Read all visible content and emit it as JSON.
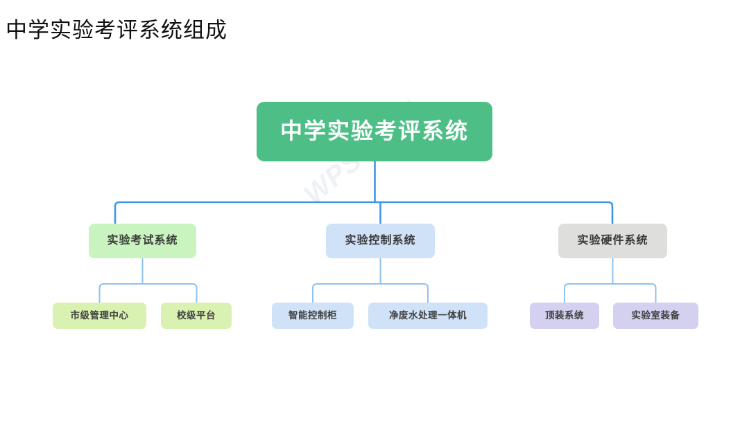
{
  "title": "中学实验考评系统组成",
  "watermark": "WPS Mind",
  "colors": {
    "background": "#ffffff",
    "title_text": "#101010",
    "root_fill": "#4dbf86",
    "root_text": "#ffffff",
    "level2_exam_fill": "#c9f3bf",
    "level2_control_fill": "#cfe2f7",
    "level2_hardware_fill": "#dededd",
    "level3_green_fill": "#d9f2b2",
    "level3_blue_fill": "#cfe2f7",
    "level3_purple_fill": "#d3d0f0",
    "node_text": "#3a3a3a",
    "connector_primary": "#3f96e8",
    "connector_secondary": "#8fc2ef",
    "watermark_text": "#eef1f5"
  },
  "diagram": {
    "type": "tree",
    "root": {
      "id": "root",
      "label": "中学实验考评系统"
    },
    "branches": [
      {
        "id": "exam",
        "label": "实验考试系统",
        "children": [
          {
            "id": "city-center",
            "label": "市级管理中心"
          },
          {
            "id": "school-platform",
            "label": "校级平台"
          }
        ]
      },
      {
        "id": "control",
        "label": "实验控制系统",
        "children": [
          {
            "id": "smart-cabinet",
            "label": "智能控制柜"
          },
          {
            "id": "wastewater-unit",
            "label": "净废水处理一体机"
          }
        ]
      },
      {
        "id": "hardware",
        "label": "实验硬件系统",
        "children": [
          {
            "id": "top-mount",
            "label": "顶装系统"
          },
          {
            "id": "lab-equipment",
            "label": "实验室装备"
          }
        ]
      }
    ]
  }
}
